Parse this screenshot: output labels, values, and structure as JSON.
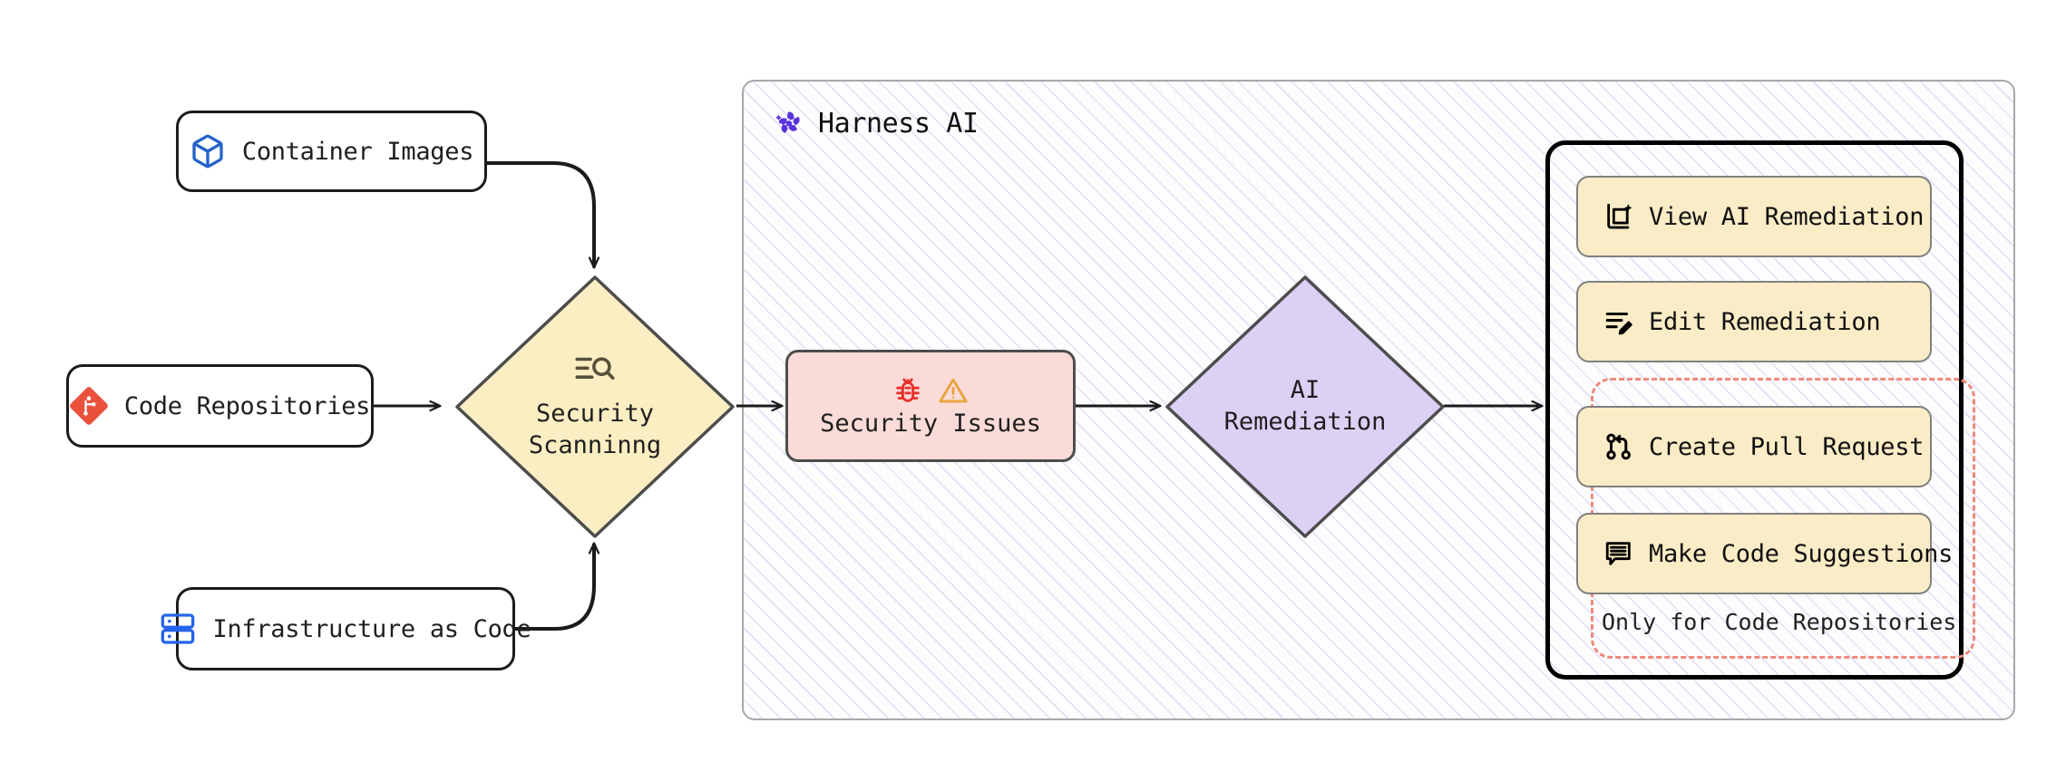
{
  "diagram": {
    "type": "flowchart",
    "title": "Harness AI security scanning and remediation flow"
  },
  "sources": [
    {
      "id": "container-images",
      "label": "Container Images",
      "icon": "cube-icon",
      "icon_color": "#2563c9"
    },
    {
      "id": "code-repositories",
      "label": "Code Repositories",
      "icon": "git-repo-icon",
      "icon_color": "#ea513c"
    },
    {
      "id": "infrastructure-as-code",
      "label": "Infrastructure as Code",
      "icon": "server-stack-icon",
      "icon_color": "#2563eb"
    }
  ],
  "process": {
    "scanning": {
      "label": "Security\nScanninng",
      "icon": "scan-search-icon",
      "fill": "#fceec3",
      "stroke": "#4d4d4d"
    },
    "issues": {
      "label": "Security Issues",
      "icons": [
        "bug-icon",
        "warning-triangle-icon"
      ],
      "icon_colors": [
        "#e8302a",
        "#e8a33d"
      ],
      "fill": "#fadbd8",
      "stroke": "#4d4d4d"
    },
    "remediation": {
      "label": "AI\nRemediation",
      "fill": "#ddd0f5",
      "stroke": "#4d4d4d"
    }
  },
  "harness": {
    "title": "Harness AI",
    "logo_icon": "harness-ai-logo",
    "logo_color": "#5b32de",
    "hatch_color": "#9b9beb"
  },
  "actions": {
    "items": [
      {
        "id": "view-ai-remediation",
        "label": "View AI Remediation",
        "icon": "ai-view-sparkle-icon"
      },
      {
        "id": "edit-remediation",
        "label": "Edit Remediation",
        "icon": "edit-pencil-lines-icon"
      },
      {
        "id": "create-pull-request",
        "label": "Create Pull Request",
        "icon": "git-pull-request-icon"
      },
      {
        "id": "make-code-suggestions",
        "label": "Make Code Suggestions",
        "icon": "comment-lines-icon"
      }
    ],
    "caption": "Only for Code Repositories",
    "caption_border_color": "#ef8a7f",
    "item_fill": "#faecc6",
    "item_stroke": "#808080"
  },
  "edges": [
    {
      "from": "container-images",
      "to": "security-scanning",
      "style": "curved-arrow"
    },
    {
      "from": "code-repositories",
      "to": "security-scanning",
      "style": "straight-arrow"
    },
    {
      "from": "infrastructure-as-code",
      "to": "security-scanning",
      "style": "curved-arrow"
    },
    {
      "from": "security-scanning",
      "to": "security-issues",
      "style": "straight-arrow"
    },
    {
      "from": "security-issues",
      "to": "ai-remediation",
      "style": "straight-arrow"
    },
    {
      "from": "ai-remediation",
      "to": "actions-panel",
      "style": "straight-arrow"
    }
  ]
}
